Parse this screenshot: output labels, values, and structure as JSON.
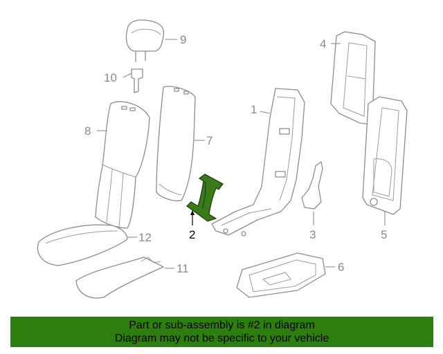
{
  "diagram": {
    "highlight_color": "#3a7a1a",
    "labels": {
      "part1": "1",
      "part2": "2",
      "part3": "3",
      "part4": "4",
      "part5": "5",
      "part6": "6",
      "part7": "7",
      "part8": "8",
      "part9": "9",
      "part10": "10",
      "part11": "11",
      "part12": "12"
    }
  },
  "banner": {
    "line1": "Part or sub-assembly is #2 in diagram",
    "line2": "Diagram may not be specific to your vehicle",
    "color": "#2e7d0f"
  }
}
